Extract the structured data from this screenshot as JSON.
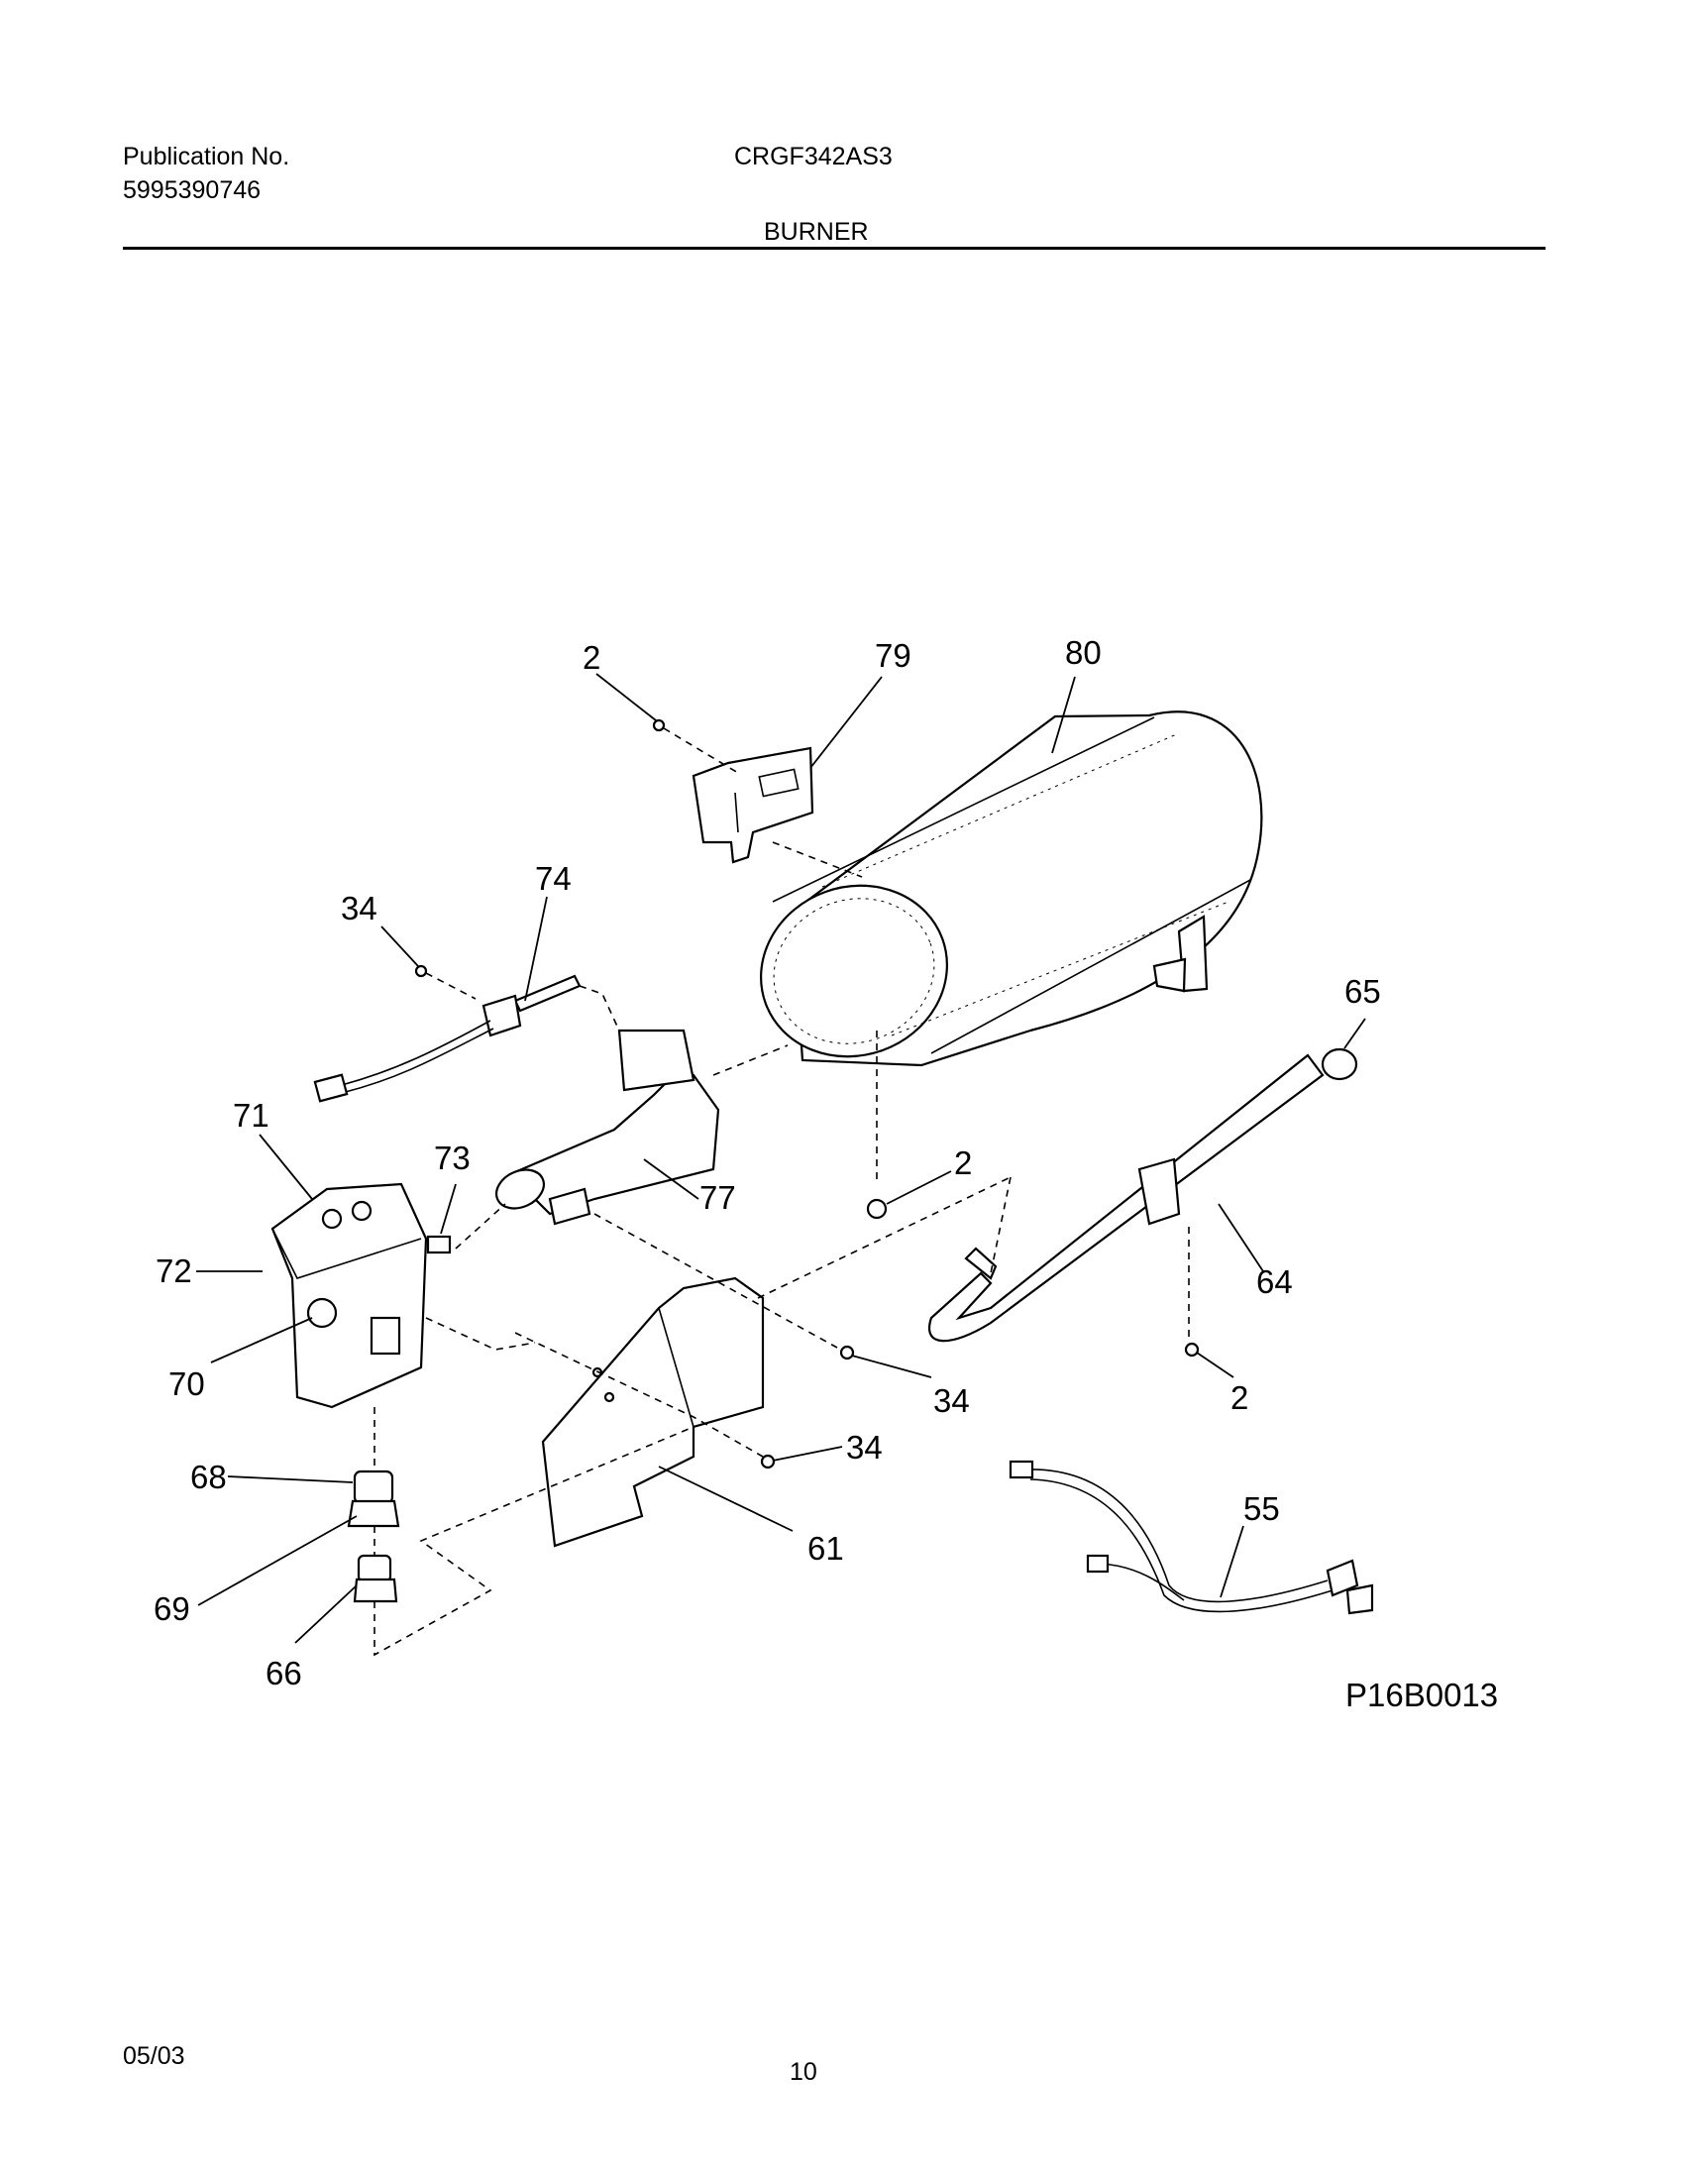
{
  "header": {
    "publication_label": "Publication No.",
    "publication_number": "5995390746",
    "model": "CRGF342AS3",
    "section_title": "BURNER"
  },
  "diagram": {
    "callouts": {
      "c2a": "2",
      "c79": "79",
      "c80": "80",
      "c34a": "34",
      "c74": "74",
      "c65": "65",
      "c71": "71",
      "c73": "73",
      "c77": "77",
      "c2b": "2",
      "c72": "72",
      "c64": "64",
      "c70": "70",
      "c34b": "34",
      "c2c": "2",
      "c34c": "34",
      "c68": "68",
      "c55": "55",
      "c61": "61",
      "c69": "69",
      "c66": "66"
    },
    "reference_code": "P16B0013"
  },
  "footer": {
    "date": "05/03",
    "page": "10"
  }
}
